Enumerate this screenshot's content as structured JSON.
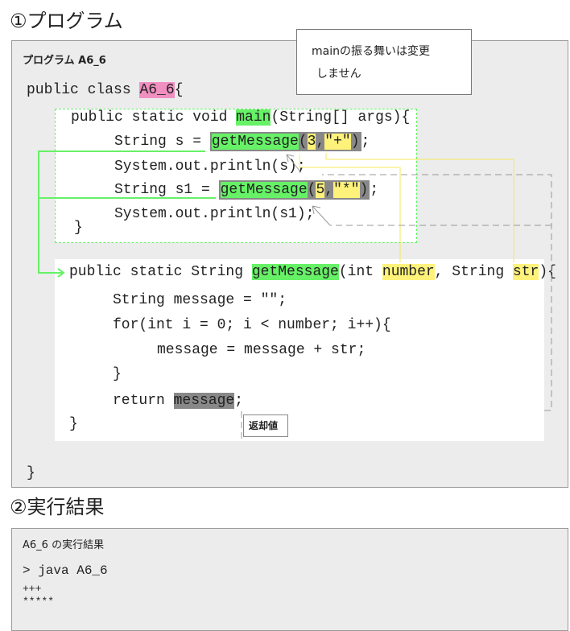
{
  "section1_title": "①プログラム",
  "section2_title": "②実行結果",
  "program_label": "プログラム A6_6",
  "callout": {
    "line1": "mainの振る舞いは変更",
    "line2": "しません"
  },
  "return_label": "返却値",
  "code": {
    "l1": {
      "a": "public class ",
      "b": "A6_6",
      "c": "{"
    },
    "l2": {
      "a": "public static void ",
      "b": "main",
      "c": "(String[] args){"
    },
    "l3": {
      "a": "String s = ",
      "b": "getMessage",
      "c": "(",
      "d": "3",
      ",": ",",
      "e": "\"+\"",
      "f": ")",
      "g": ";"
    },
    "l4": "System.out.println(s);",
    "l5": {
      "a": "String s1 = ",
      "b": "getMessage",
      "c": "(",
      "d": "5",
      "e": "\"*\"",
      "f": ")",
      "g": ";"
    },
    "l6": "System.out.println(s1);",
    "l7": "}",
    "l8": {
      "a": "public static String ",
      "b": "getMessage",
      "c": "(int ",
      "d": "number",
      "e": ", String ",
      "f": "str",
      "g": "){"
    },
    "l9": "String message = \"\";",
    "l10": "for(int i = 0; i < number; i++){",
    "l11": "message = message + str;",
    "l12": "}",
    "l13": {
      "a": "return ",
      "b": "message",
      "c": ";"
    },
    "l14": "}",
    "l15": "}"
  },
  "result": {
    "label": "A6_6 の実行結果",
    "command": "> java A6_6",
    "out1": "+++",
    "out2": "*****"
  }
}
